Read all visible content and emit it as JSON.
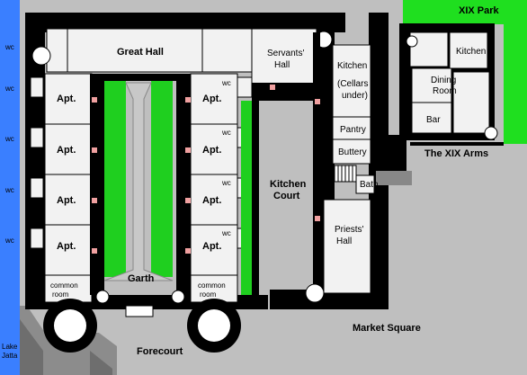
{
  "colors": {
    "ground": "#bfbfbf",
    "lawn": "#1fcf1f",
    "park": "#1fdf1f",
    "lake": "#3a7fff",
    "wall": "#000000",
    "room": "#f2f2f2",
    "door": "#f0a0a0"
  },
  "labels": {
    "great_hall": "Great Hall",
    "servants_hall": "Servants' Hall",
    "kitchen": "Kitchen",
    "cellars": "(Cellars under)",
    "pantry": "Pantry",
    "buttery": "Buttery",
    "kitchen_court": "Kitchen Court",
    "bath": "Bath",
    "priests_hall": "Priests' Hall",
    "apt": "Apt.",
    "wc": "wc",
    "garth": "Garth",
    "common_room": "common room",
    "forecourt": "Forecourt",
    "market_square": "Market Square",
    "lake": "Lake Jatta",
    "xix_park": "XIX Park",
    "xix_arms": "The XIX Arms",
    "pub_kitchen": "Kitchen",
    "dining_room": "Dining Room",
    "bar": "Bar"
  }
}
